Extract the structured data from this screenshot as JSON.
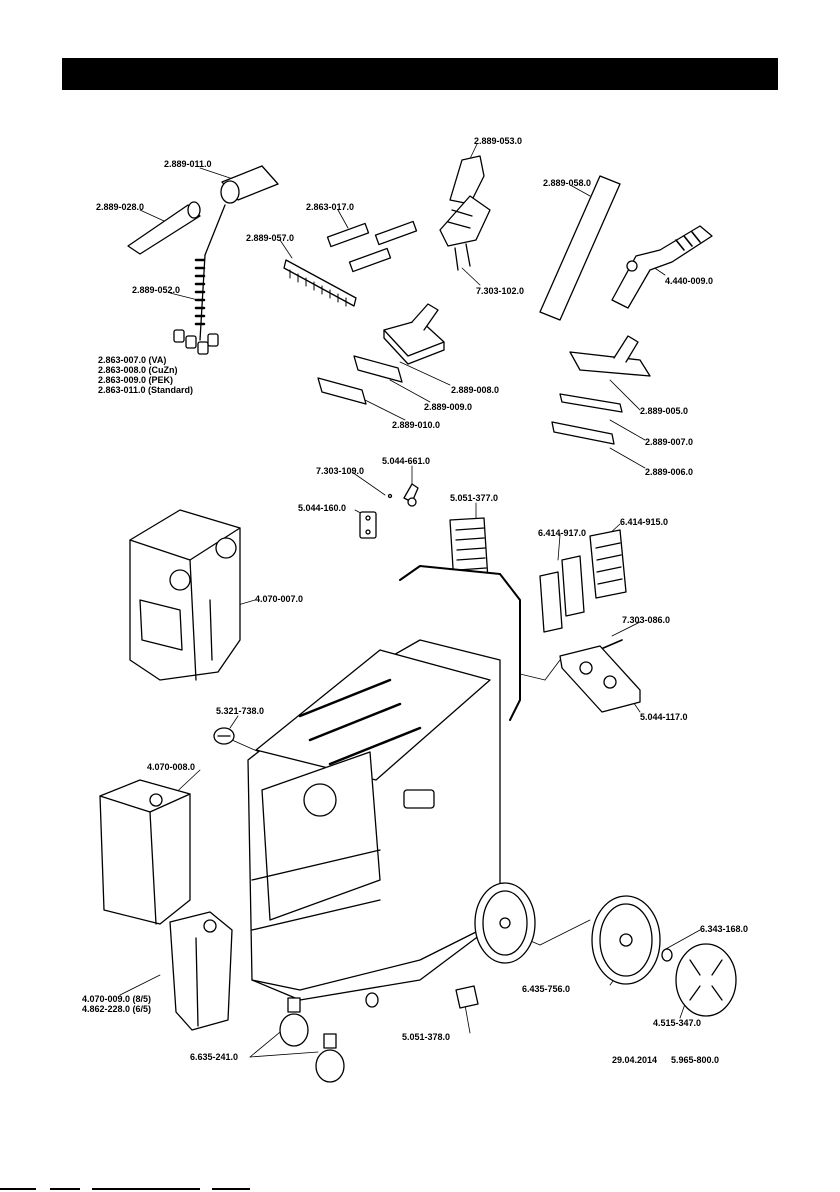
{
  "header": {
    "title": ""
  },
  "parts": {
    "p_2889011": "2.889-011.0",
    "p_2889028": "2.889-028.0",
    "p_2889052": "2.889-052.0",
    "p_nozzles": [
      "2.863-007.0 (VA)",
      "2.863-008.0 (CuZn)",
      "2.863-009.0 (PEK)",
      "2.863-011.0 (Standard)"
    ],
    "p_2863017": "2.863-017.0",
    "p_2889057": "2.889-057.0",
    "p_2889053": "2.889-053.0",
    "p_7303102": "7.303-102.0",
    "p_2889058": "2.889-058.0",
    "p_4440009": "4.440-009.0",
    "p_2889008": "2.889-008.0",
    "p_2889009": "2.889-009.0",
    "p_2889010": "2.889-010.0",
    "p_2889005": "2.889-005.0",
    "p_2889007": "2.889-007.0",
    "p_2889006": "2.889-006.0",
    "p_5044661": "5.044-661.0",
    "p_7303109": "7.303-109.0",
    "p_5044160": "5.044-160.0",
    "p_5051377": "5.051-377.0",
    "p_6414917": "6.414-917.0",
    "p_6414915": "6.414-915.0",
    "p_4070007": "4.070-007.0",
    "p_7303086": "7.303-086.0",
    "p_5044117": "5.044-117.0",
    "p_5321738": "5.321-738.0",
    "p_4070008": "4.070-008.0",
    "p_tanks": [
      "4.070-009.0 (8/5)",
      "4.862-228.0 (6/5)"
    ],
    "p_6635241": "6.635-241.0",
    "p_5051378": "5.051-378.0",
    "p_6343168": "6.343-168.0",
    "p_6435756": "6.435-756.0",
    "p_4515347": "4.515-347.0"
  },
  "footer": {
    "date": "29.04.2014",
    "doc_number": "5.965-800.0"
  },
  "colors": {
    "ink": "#000000",
    "paper": "#ffffff",
    "shade": "#555555"
  }
}
